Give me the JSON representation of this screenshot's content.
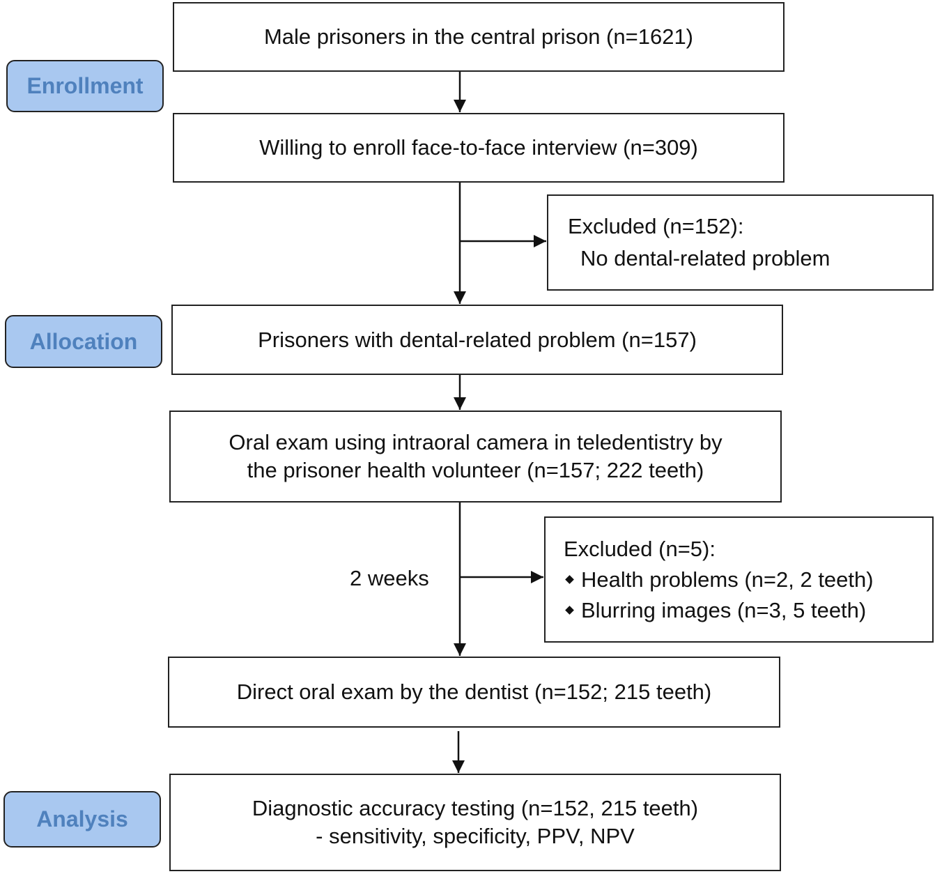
{
  "stages": {
    "enrollment": "Enrollment",
    "allocation": "Allocation",
    "analysis": "Analysis"
  },
  "boxes": {
    "male_prisoners": "Male prisoners in the central prison (n=1621)",
    "willing": "Willing to enroll face-to-face interview (n=309)",
    "excluded_1": {
      "title": "Excluded (n=152):",
      "reason": "No dental-related problem"
    },
    "dental_problem": "Prisoners with dental-related problem (n=157)",
    "oral_exam_camera": {
      "line1": "Oral exam using intraoral camera in teledentistry by",
      "line2": "the prisoner health volunteer (n=157; 222 teeth)"
    },
    "excluded_2": {
      "title": "Excluded (n=5):",
      "items": [
        "Health problems (n=2, 2 teeth)",
        "Blurring images (n=3, 5 teeth)"
      ]
    },
    "direct_exam": "Direct oral exam by the dentist (n=152; 215 teeth)",
    "accuracy": {
      "line1": "Diagnostic accuracy testing (n=152, 215 teeth)",
      "line2": "- sensitivity, specificity, PPV, NPV"
    }
  },
  "interval_label": "2 weeks",
  "colors": {
    "stage_fill": "#a9c8f0",
    "stage_text": "#4f81bd",
    "border": "#222222"
  }
}
